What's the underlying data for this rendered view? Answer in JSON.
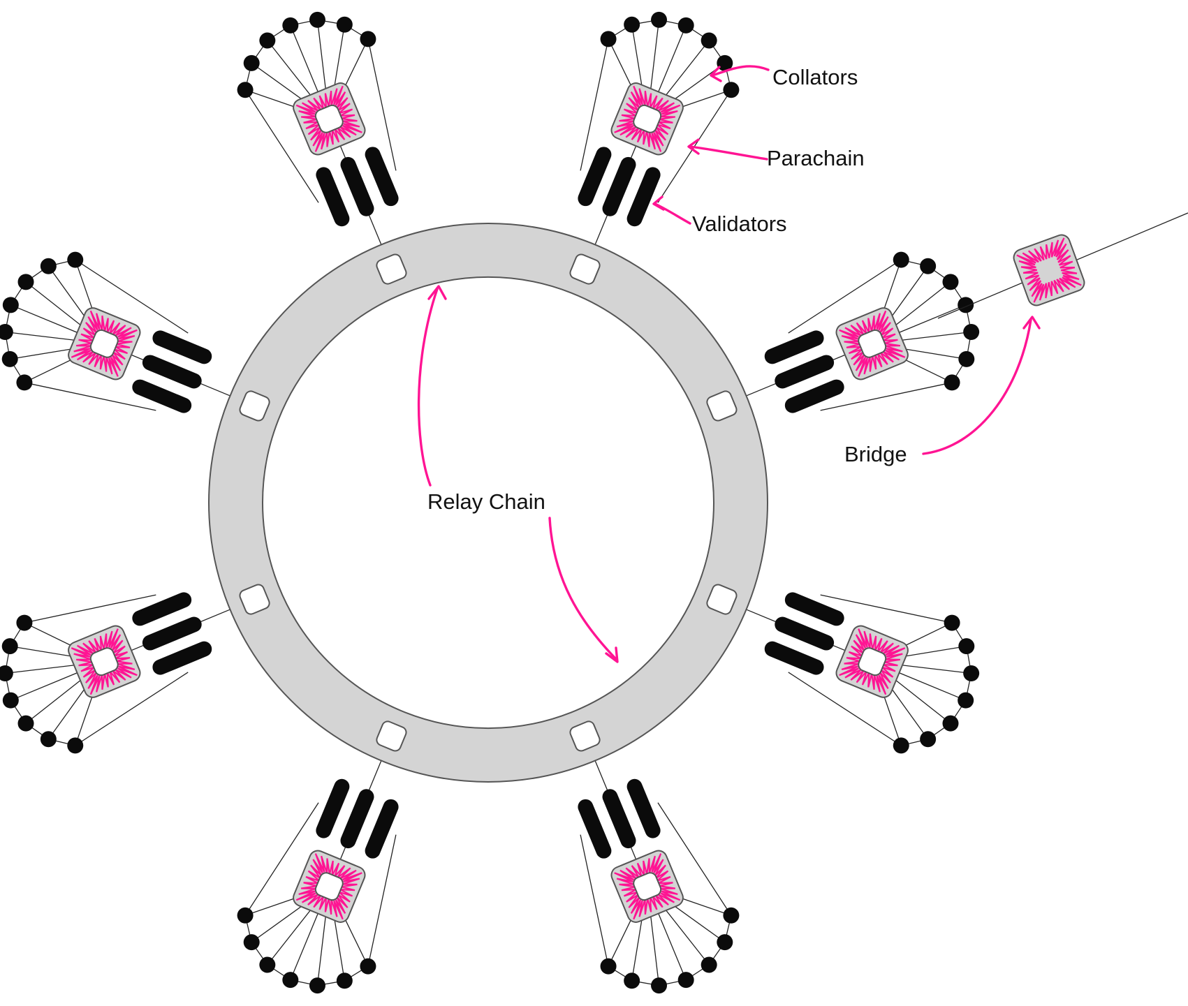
{
  "labels": {
    "collators": "Collators",
    "parachain": "Parachain",
    "validators": "Validators",
    "bridge": "Bridge",
    "relay_chain": "Relay Chain"
  },
  "colors": {
    "accent": "#ff1493",
    "ring": "#d4d4d4",
    "ink": "#0b0b0b"
  },
  "parachain_count": 8,
  "ring_slot_count": 8
}
